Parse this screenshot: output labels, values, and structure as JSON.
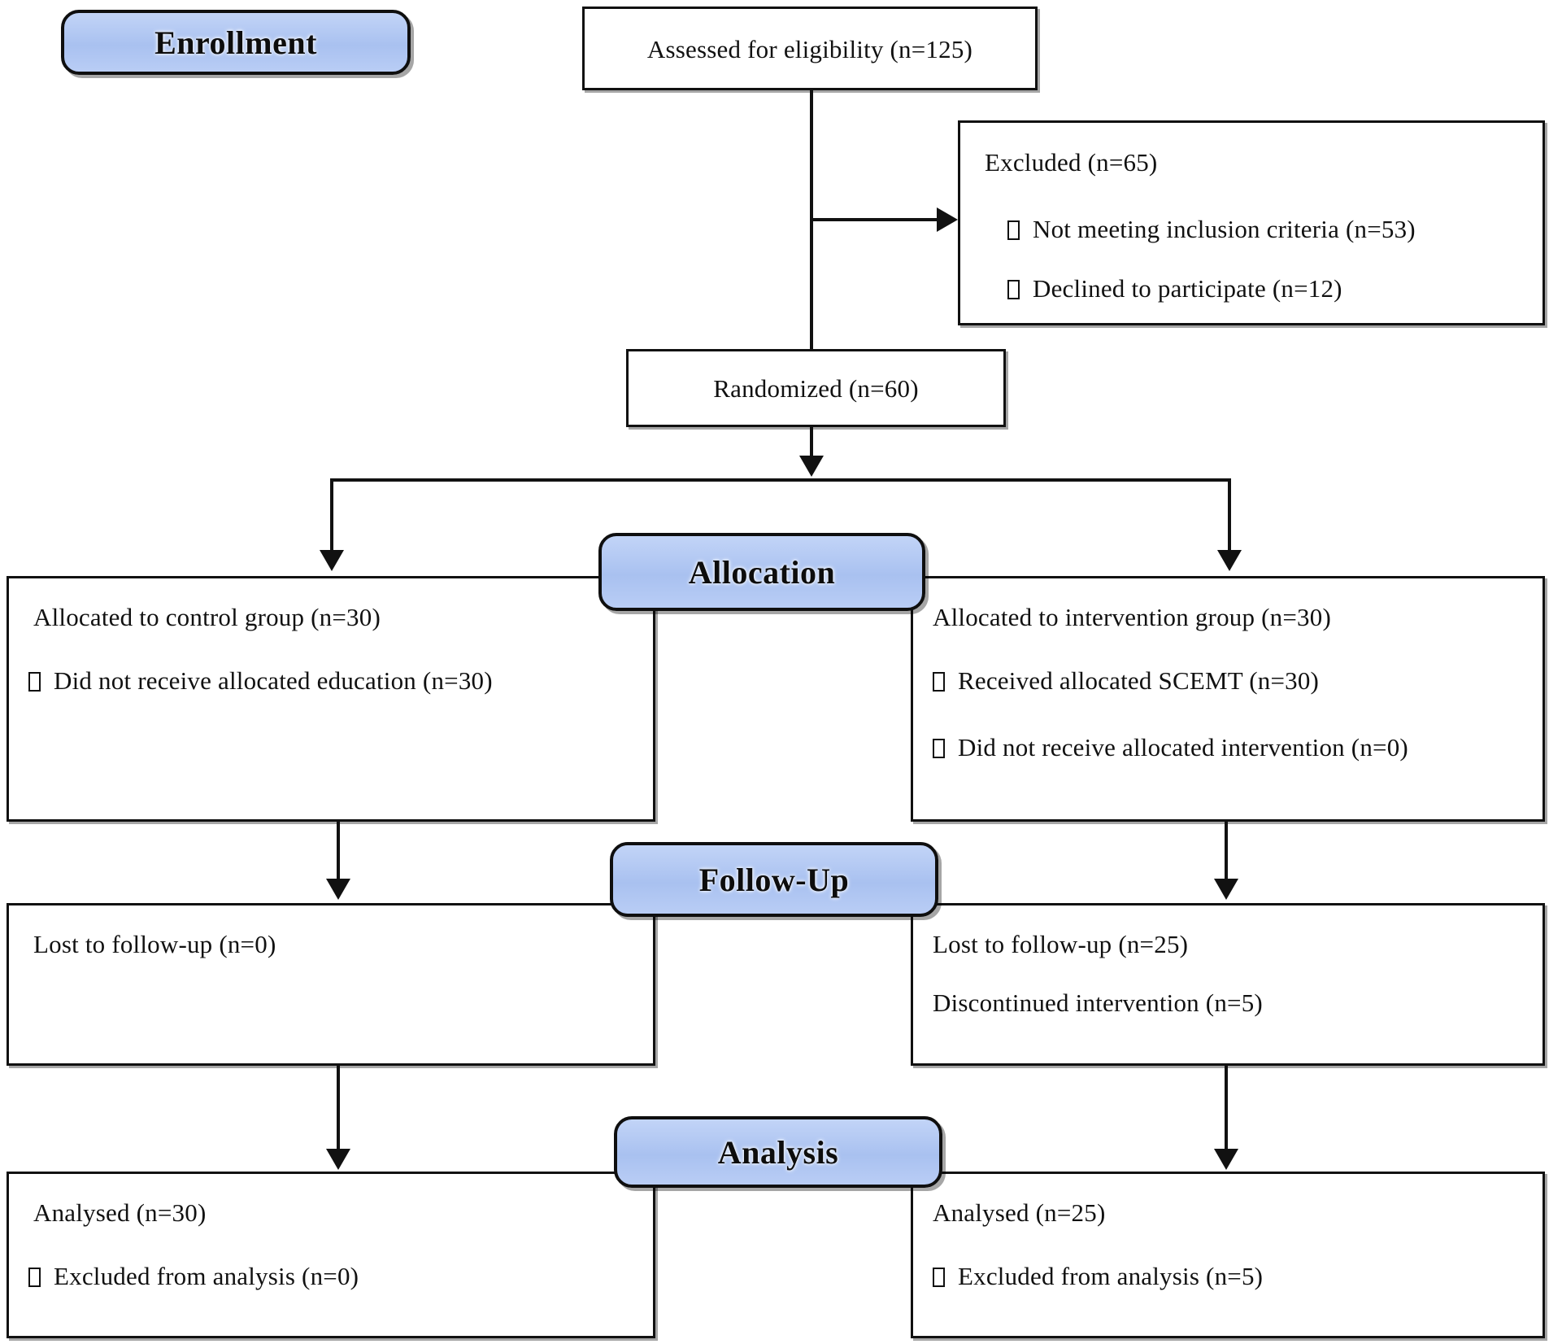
{
  "diagram": {
    "title": "CONSORT participant flow diagram",
    "accent_blue": "#a9c1f0",
    "line_color": "#111111",
    "bullet_glyph": "empty-rectangle"
  },
  "stages": {
    "enrollment": "Enrollment",
    "allocation": "Allocation",
    "followup": "Follow-Up",
    "analysis": "Analysis"
  },
  "enrollment": {
    "assessed": "Assessed for eligibility (n=125)",
    "excluded_heading": "Excluded (n=65)",
    "excluded_items": [
      "Not meeting inclusion criteria (n=53)",
      "Declined to participate (n=12)"
    ],
    "randomized": "Randomized (n=60)"
  },
  "allocation": {
    "control": {
      "heading": "Allocated to control group (n=30)",
      "items": [
        "Did not receive allocated education (n=30)"
      ]
    },
    "intervention": {
      "heading": "Allocated to intervention group (n=30)",
      "items": [
        "Received allocated SCEMT (n=30)",
        "Did not receive allocated intervention (n=0)"
      ]
    }
  },
  "followup": {
    "control": {
      "lines": [
        "Lost to follow-up (n=0)"
      ]
    },
    "intervention": {
      "lines": [
        "Lost to follow-up (n=25)",
        "Discontinued intervention (n=5)"
      ]
    }
  },
  "analysis": {
    "control": {
      "heading": "Analysed (n=30)",
      "items": [
        "Excluded from analysis (n=0)"
      ]
    },
    "intervention": {
      "heading": "Analysed (n=25)",
      "items": [
        "Excluded from analysis (n=5)"
      ]
    }
  }
}
